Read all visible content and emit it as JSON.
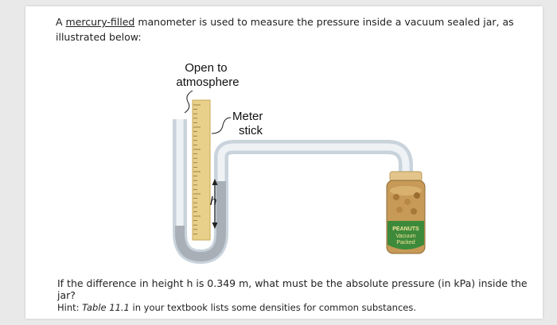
{
  "question": {
    "pre": "A ",
    "mercury": "mercury-filled",
    "post": " manometer is used to measure the pressure inside a vacuum sealed jar, as illustrated below:"
  },
  "figure": {
    "open_line1": "Open to",
    "open_line2": "atmosphere",
    "meter_line1": "Meter",
    "meter_line2": "stick",
    "h_label": "h",
    "jar_label_1": "PEANUTS",
    "jar_label_2": "Vacuum",
    "jar_label_3": "Packed"
  },
  "followup": "If the difference in height h is 0.349 m, what must be the absolute pressure (in kPa) inside the jar?",
  "hint": {
    "prefix": "Hint: ",
    "italic": "Table 11.1",
    "suffix": " in your textbook lists some densities for common substances."
  },
  "colors": {
    "tube": "#d6dfe7",
    "mercury": "#aeb4bb",
    "meter_stick": "#e8cf8a",
    "jar_lid": "#e3c58c"
  }
}
